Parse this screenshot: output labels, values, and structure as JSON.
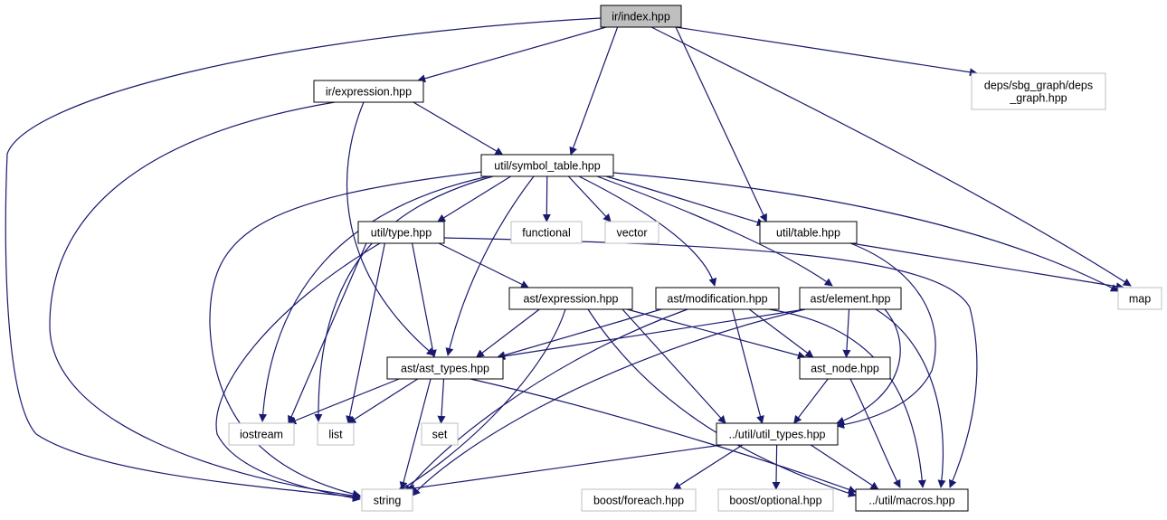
{
  "nodes": [
    {
      "id": "ir_index",
      "label": [
        "ir/index.hpp"
      ],
      "kind": "root"
    },
    {
      "id": "ir_expression",
      "label": [
        "ir/expression.hpp"
      ],
      "kind": "doc"
    },
    {
      "id": "deps_graph",
      "label": [
        "deps/sbg_graph/deps",
        "_graph.hpp"
      ],
      "kind": "ext"
    },
    {
      "id": "symbol_table",
      "label": [
        "util/symbol_table.hpp"
      ],
      "kind": "doc"
    },
    {
      "id": "util_type",
      "label": [
        "util/type.hpp"
      ],
      "kind": "doc"
    },
    {
      "id": "functional",
      "label": [
        "functional"
      ],
      "kind": "ext"
    },
    {
      "id": "vector",
      "label": [
        "vector"
      ],
      "kind": "ext"
    },
    {
      "id": "util_table",
      "label": [
        "util/table.hpp"
      ],
      "kind": "doc"
    },
    {
      "id": "map",
      "label": [
        "map"
      ],
      "kind": "ext"
    },
    {
      "id": "ast_expression",
      "label": [
        "ast/expression.hpp"
      ],
      "kind": "doc"
    },
    {
      "id": "ast_modification",
      "label": [
        "ast/modification.hpp"
      ],
      "kind": "doc"
    },
    {
      "id": "ast_element",
      "label": [
        "ast/element.hpp"
      ],
      "kind": "doc"
    },
    {
      "id": "ast_types",
      "label": [
        "ast/ast_types.hpp"
      ],
      "kind": "doc"
    },
    {
      "id": "ast_node",
      "label": [
        "ast_node.hpp"
      ],
      "kind": "doc"
    },
    {
      "id": "iostream",
      "label": [
        "iostream"
      ],
      "kind": "ext"
    },
    {
      "id": "list",
      "label": [
        "list"
      ],
      "kind": "ext"
    },
    {
      "id": "set",
      "label": [
        "set"
      ],
      "kind": "ext"
    },
    {
      "id": "util_types",
      "label": [
        "../util/util_types.hpp"
      ],
      "kind": "doc"
    },
    {
      "id": "string",
      "label": [
        "string"
      ],
      "kind": "ext"
    },
    {
      "id": "boost_foreach",
      "label": [
        "boost/foreach.hpp"
      ],
      "kind": "ext"
    },
    {
      "id": "boost_optional",
      "label": [
        "boost/optional.hpp"
      ],
      "kind": "ext"
    },
    {
      "id": "macros",
      "label": [
        "../util/macros.hpp"
      ],
      "kind": "doc"
    }
  ],
  "edges": [
    [
      "ir_index",
      "ir_expression"
    ],
    [
      "ir_index",
      "deps_graph"
    ],
    [
      "ir_index",
      "symbol_table"
    ],
    [
      "ir_index",
      "util_table"
    ],
    [
      "ir_index",
      "map"
    ],
    [
      "ir_index",
      "string"
    ],
    [
      "ir_expression",
      "symbol_table"
    ],
    [
      "ir_expression",
      "ast_types"
    ],
    [
      "ir_expression",
      "string"
    ],
    [
      "symbol_table",
      "util_type"
    ],
    [
      "symbol_table",
      "functional"
    ],
    [
      "symbol_table",
      "vector"
    ],
    [
      "symbol_table",
      "util_table"
    ],
    [
      "symbol_table",
      "map"
    ],
    [
      "symbol_table",
      "ast_modification"
    ],
    [
      "symbol_table",
      "ast_element"
    ],
    [
      "symbol_table",
      "ast_types"
    ],
    [
      "symbol_table",
      "iostream"
    ],
    [
      "symbol_table",
      "list"
    ],
    [
      "symbol_table",
      "string"
    ],
    [
      "util_type",
      "ast_expression"
    ],
    [
      "util_type",
      "ast_types"
    ],
    [
      "util_type",
      "iostream"
    ],
    [
      "util_type",
      "list"
    ],
    [
      "util_type",
      "string"
    ],
    [
      "util_type",
      "macros"
    ],
    [
      "util_table",
      "map"
    ],
    [
      "util_table",
      "util_types"
    ],
    [
      "ast_expression",
      "ast_types"
    ],
    [
      "ast_expression",
      "ast_node"
    ],
    [
      "ast_expression",
      "util_types"
    ],
    [
      "ast_expression",
      "string"
    ],
    [
      "ast_expression",
      "macros"
    ],
    [
      "ast_modification",
      "ast_types"
    ],
    [
      "ast_modification",
      "ast_node"
    ],
    [
      "ast_modification",
      "util_types"
    ],
    [
      "ast_modification",
      "string"
    ],
    [
      "ast_modification",
      "macros"
    ],
    [
      "ast_element",
      "ast_types"
    ],
    [
      "ast_element",
      "ast_node"
    ],
    [
      "ast_element",
      "util_types"
    ],
    [
      "ast_element",
      "string"
    ],
    [
      "ast_element",
      "macros"
    ],
    [
      "ast_types",
      "iostream"
    ],
    [
      "ast_types",
      "list"
    ],
    [
      "ast_types",
      "set"
    ],
    [
      "ast_types",
      "string"
    ],
    [
      "ast_types",
      "macros"
    ],
    [
      "ast_node",
      "util_types"
    ],
    [
      "ast_node",
      "macros"
    ],
    [
      "util_types",
      "string"
    ],
    [
      "util_types",
      "boost_foreach"
    ],
    [
      "util_types",
      "boost_optional"
    ],
    [
      "util_types",
      "macros"
    ]
  ],
  "colors": {
    "edge": "#191970",
    "root_fill": "#bfbfbf",
    "doc_border": "#000000",
    "ext_border": "#bfbfbf"
  }
}
